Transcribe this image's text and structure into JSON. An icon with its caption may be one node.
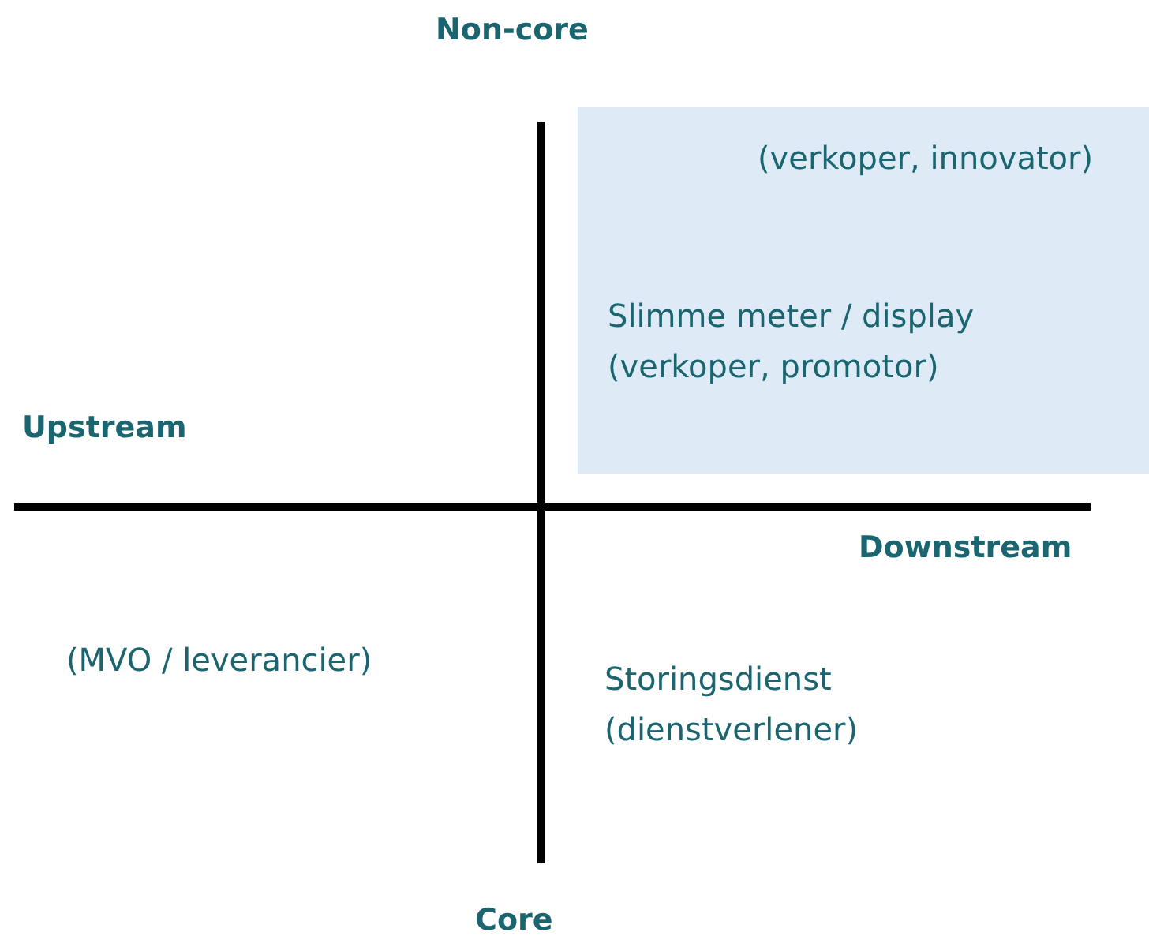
{
  "diagram": {
    "nodes": [
      {
        "text": [
          "(verkoper, innovator)",
          "Slimme meter / display (verkoper, promotor)"
        ]
      }
    ],
    "edges": [],
    "labels": [
      "Non-core",
      "Upstream",
      "Downstream",
      "(MVO / leverancier)",
      "Storingsdienst (dienstverlener)",
      "Core"
    ]
  }
}
